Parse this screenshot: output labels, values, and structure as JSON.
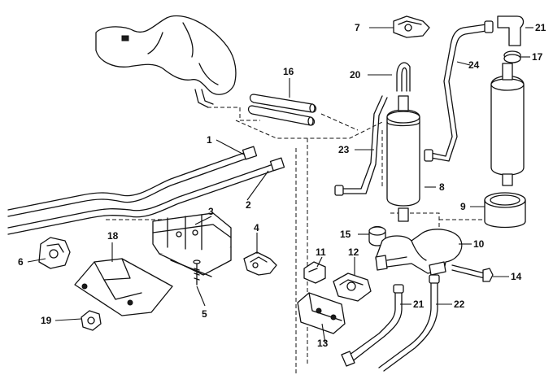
{
  "diagram": {
    "colors": {
      "ink": "#111111",
      "paper": "#ffffff"
    },
    "callouts": {
      "c1": "1",
      "c2": "2",
      "c3": "3",
      "c4": "4",
      "c5": "5",
      "c6": "6",
      "c7": "7",
      "c8": "8",
      "c9": "9",
      "c10": "10",
      "c11": "11",
      "c12": "12",
      "c13": "13",
      "c14": "14",
      "c15": "15",
      "c16": "16",
      "c17": "17",
      "c18": "18",
      "c19": "19",
      "c20": "20",
      "c21a": "21",
      "c21b": "21",
      "c22": "22",
      "c23": "23",
      "c24": "24"
    }
  }
}
